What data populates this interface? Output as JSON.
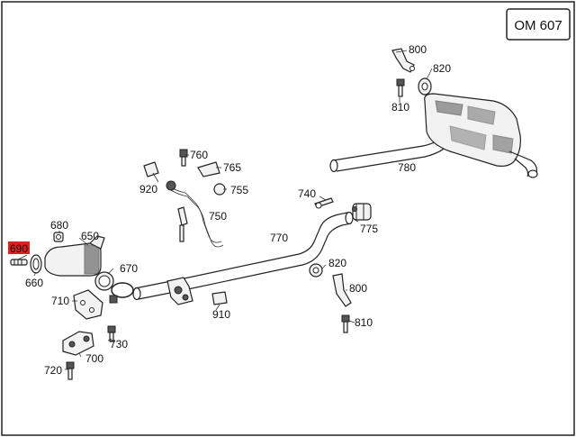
{
  "diagram": {
    "model_code": "OM 607",
    "highlighted_part": "690",
    "highlight_color": "#e02020",
    "line_color": "#222222",
    "background_color": "#ffffff",
    "parts": [
      {
        "id": "p800a",
        "number": "800"
      },
      {
        "id": "p820a",
        "number": "820"
      },
      {
        "id": "p810a",
        "number": "810"
      },
      {
        "id": "p760",
        "number": "760"
      },
      {
        "id": "p765",
        "number": "765"
      },
      {
        "id": "p920",
        "number": "920"
      },
      {
        "id": "p755",
        "number": "755"
      },
      {
        "id": "p780",
        "number": "780"
      },
      {
        "id": "p740",
        "number": "740"
      },
      {
        "id": "p750",
        "number": "750"
      },
      {
        "id": "p680",
        "number": "680"
      },
      {
        "id": "p690",
        "number": "690"
      },
      {
        "id": "p650",
        "number": "650"
      },
      {
        "id": "p770",
        "number": "770"
      },
      {
        "id": "p775",
        "number": "775"
      },
      {
        "id": "p670",
        "number": "670"
      },
      {
        "id": "p660",
        "number": "660"
      },
      {
        "id": "p820b",
        "number": "820"
      },
      {
        "id": "p800b",
        "number": "800"
      },
      {
        "id": "p710",
        "number": "710"
      },
      {
        "id": "p910",
        "number": "910"
      },
      {
        "id": "p810b",
        "number": "810"
      },
      {
        "id": "p730",
        "number": "730"
      },
      {
        "id": "p700",
        "number": "700"
      },
      {
        "id": "p720",
        "number": "720"
      }
    ]
  }
}
